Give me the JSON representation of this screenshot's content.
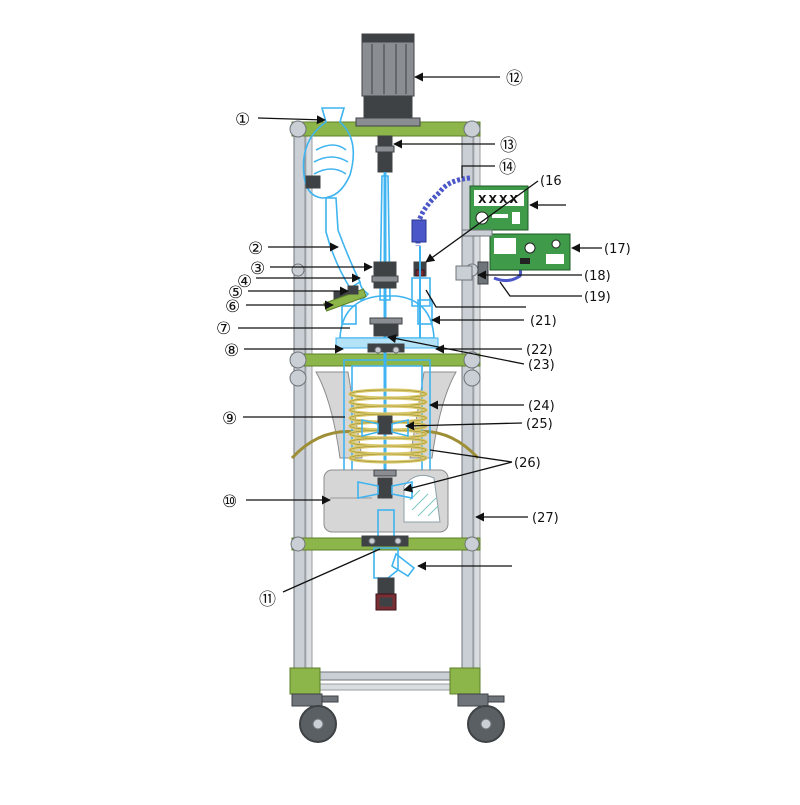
{
  "display_text": "XXXX",
  "colors": {
    "frame_green": "#8DB64A",
    "frame_green_dark": "#5E7F2A",
    "pole": "#C9CFD4",
    "pole_edge": "#6E7479",
    "glass": "#3FB4F0",
    "coil": "#D9C86A",
    "coil_edge": "#9E8E35",
    "motor": "#8A8E92",
    "motor_dark": "#3E4245",
    "heater": "#D6D6D6",
    "panel": "#3F9A4A",
    "display_red": "#E0201A",
    "hose": "#4B57C8",
    "wheel": "#5A5F63",
    "flange": "#B4E2F7",
    "plug": "#7A2E34",
    "leader": "#111111"
  },
  "labels": [
    {
      "id": "1",
      "text": "①"
    },
    {
      "id": "2",
      "text": "②"
    },
    {
      "id": "3",
      "text": "③"
    },
    {
      "id": "4",
      "text": "④"
    },
    {
      "id": "5",
      "text": "⑤"
    },
    {
      "id": "6",
      "text": "⑥"
    },
    {
      "id": "7",
      "text": "⑦"
    },
    {
      "id": "8",
      "text": "⑧"
    },
    {
      "id": "9",
      "text": "⑨"
    },
    {
      "id": "10",
      "text": "⑩"
    },
    {
      "id": "11",
      "text": "⑪"
    },
    {
      "id": "12",
      "text": "⑫"
    },
    {
      "id": "13",
      "text": "⑬"
    },
    {
      "id": "14",
      "text": "⑭"
    },
    {
      "id": "16",
      "text": "(16"
    },
    {
      "id": "17",
      "text": "(17)"
    },
    {
      "id": "18",
      "text": "(18)"
    },
    {
      "id": "19",
      "text": "(19)"
    },
    {
      "id": "21",
      "text": "(21)"
    },
    {
      "id": "22",
      "text": "(22)"
    },
    {
      "id": "23",
      "text": "(23)"
    },
    {
      "id": "24",
      "text": "(24)"
    },
    {
      "id": "25",
      "text": "(25)"
    },
    {
      "id": "26",
      "text": "(26)"
    },
    {
      "id": "27",
      "text": "(27)"
    }
  ]
}
